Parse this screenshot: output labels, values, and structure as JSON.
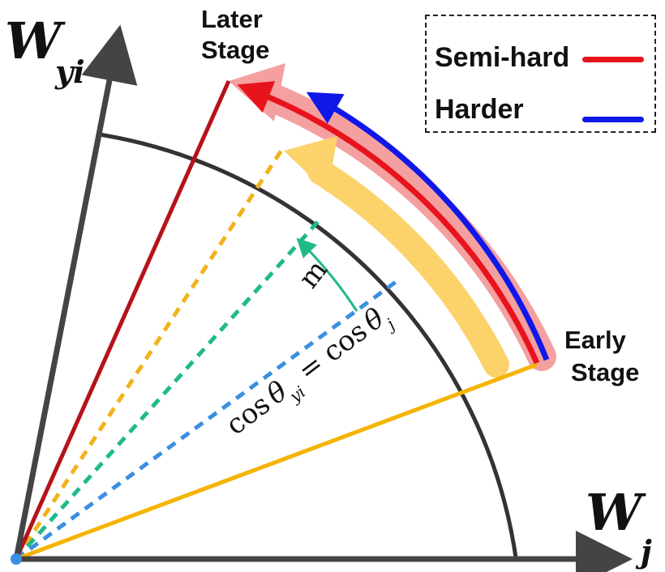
{
  "axes": {
    "y_label": "W",
    "y_subscript": "yi",
    "x_label": "W",
    "x_subscript": "j"
  },
  "stages": {
    "later": [
      "Later",
      "Stage"
    ],
    "early": [
      "Early",
      "Stage"
    ]
  },
  "margin_label": "m",
  "boundary_equation": {
    "lhs": "cos",
    "lhs_theta": "θ",
    "lhs_sub": "yi",
    "eq": "=",
    "rhs": "cos",
    "rhs_theta": "θ",
    "rhs_sub": "j"
  },
  "legend": [
    {
      "label": "Semi-hard",
      "color": "#e8141c"
    },
    {
      "label": "Harder",
      "color": "#1018e8"
    }
  ],
  "colors": {
    "axis": "#444444",
    "arc": "#333333",
    "later_line": "#b5121b",
    "early_line": "#f5b400",
    "dashed_orange": "#f2b21b",
    "dashed_green": "#1fb98a",
    "dashed_blue": "#3a8fe0",
    "arrow_pink": "#f4a0a0",
    "arrow_yellow": "#fcd36a",
    "margin_arrow": "#1fb98a"
  }
}
